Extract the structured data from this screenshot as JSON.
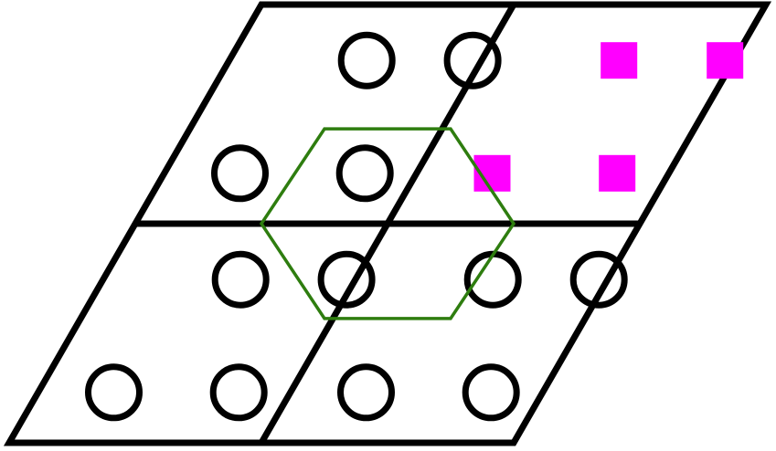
{
  "diagram": {
    "title": "",
    "colors": {
      "background": "#ffffff",
      "grid_stroke": "#000000",
      "circle_stroke": "#000000",
      "hexagon_stroke": "#2e7d0f",
      "square_fill": "#ff00ff"
    },
    "grid": {
      "rows": 2,
      "cols": 2
    },
    "cells": [
      {
        "row": 0,
        "col": 0,
        "marker": "circle",
        "count": 4
      },
      {
        "row": 0,
        "col": 1,
        "marker": "square",
        "count": 4
      },
      {
        "row": 1,
        "col": 0,
        "marker": "circle",
        "count": 4
      },
      {
        "row": 1,
        "col": 1,
        "marker": "circle",
        "count": 4
      }
    ],
    "overlay": {
      "shape": "hexagon"
    }
  }
}
